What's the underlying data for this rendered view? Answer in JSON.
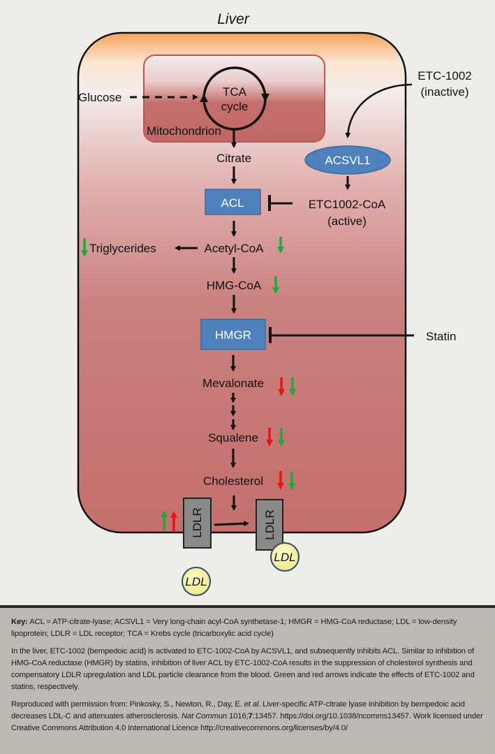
{
  "diagram": {
    "title": "Liver",
    "nodes": {
      "glucose": "Glucose",
      "tca_line1": "TCA",
      "tca_line2": "cycle",
      "mitochondrion": "Mitochondrion",
      "citrate": "Citrate",
      "acl": "ACL",
      "etc_inactive_line1": "ETC-1002",
      "etc_inactive_line2": "(inactive)",
      "acsvl1": "ACSVL1",
      "etc_coa_line1": "ETC1002-CoA",
      "etc_coa_line2": "(active)",
      "triglycerides": "Triglycerides",
      "acetyl_coa": "Acetyl-CoA",
      "hmg_coa": "HMG-CoA",
      "hmgr": "HMGR",
      "statin": "Statin",
      "mevalonate": "Mevalonate",
      "squalene": "Squalene",
      "cholesterol": "Cholesterol",
      "ldlr": "LDLR",
      "ldl": "LDL"
    },
    "colors": {
      "etc1002_effect": "#1aab3c",
      "statin_effect": "#f01010",
      "enzyme_fill": "#4f81bd",
      "cell_fill": "#c4706e",
      "ldl_fill": "#f7f3a6"
    },
    "effects": [
      {
        "node": "triglycerides",
        "arrows": [
          "green-down"
        ]
      },
      {
        "node": "acetyl_coa",
        "arrows": [
          "green-down"
        ]
      },
      {
        "node": "hmg_coa",
        "arrows": [
          "green-down"
        ]
      },
      {
        "node": "mevalonate",
        "arrows": [
          "red-down",
          "green-down"
        ]
      },
      {
        "node": "squalene",
        "arrows": [
          "red-down",
          "green-down"
        ]
      },
      {
        "node": "cholesterol",
        "arrows": [
          "red-down",
          "green-down"
        ]
      },
      {
        "node": "ldlr",
        "arrows": [
          "green-up",
          "red-up"
        ]
      }
    ]
  },
  "caption": {
    "key_label": "Key:",
    "key_text": " ACL = ATP-citrate-lyase; ACSVL1 = Very long-chain acyl-CoA synthetase-1; HMGR = HMG-CoA reductase; LDL = low-density lipoprotein; LDLR = LDL receptor; TCA = Krebs cycle (tricarboxylic acid cycle)",
    "description": "In the liver, ETC-1002 (bempedoic acid) is activated to ETC-1002-CoA by ACSVL1, and subsequently inhibits ACL. Similar to inhibition of HMG-CoA reductase (HMGR) by statins, inhibition of liver ACL by ETC-1002-CoA results in the suppression of cholesterol synthesis and compensatory LDLR upregulation and LDL particle clearance from the blood. Green and red arrows indicate the effects of ETC-1002 and statins, respectively.",
    "ref_prefix": "Reproduced with permission from: Pinkosky, S., Newton, R., Day, E. ",
    "ref_etal": "et al",
    "ref_mid": ". Liver-specific ATP-citrate lyase inhibition by bempedoic acid decreases LDL-C and attenuates atherosclerosis. ",
    "ref_journal": "Nat Commun",
    "ref_year": " 1016;",
    "ref_volume": "7",
    "ref_suffix": ":13457. https://doi.org/10.1038/ncomms13457. Work licensed under Creative Commons Attribution 4.0 International Licence http://creativecommons.org/licenses/by/4.0/"
  }
}
